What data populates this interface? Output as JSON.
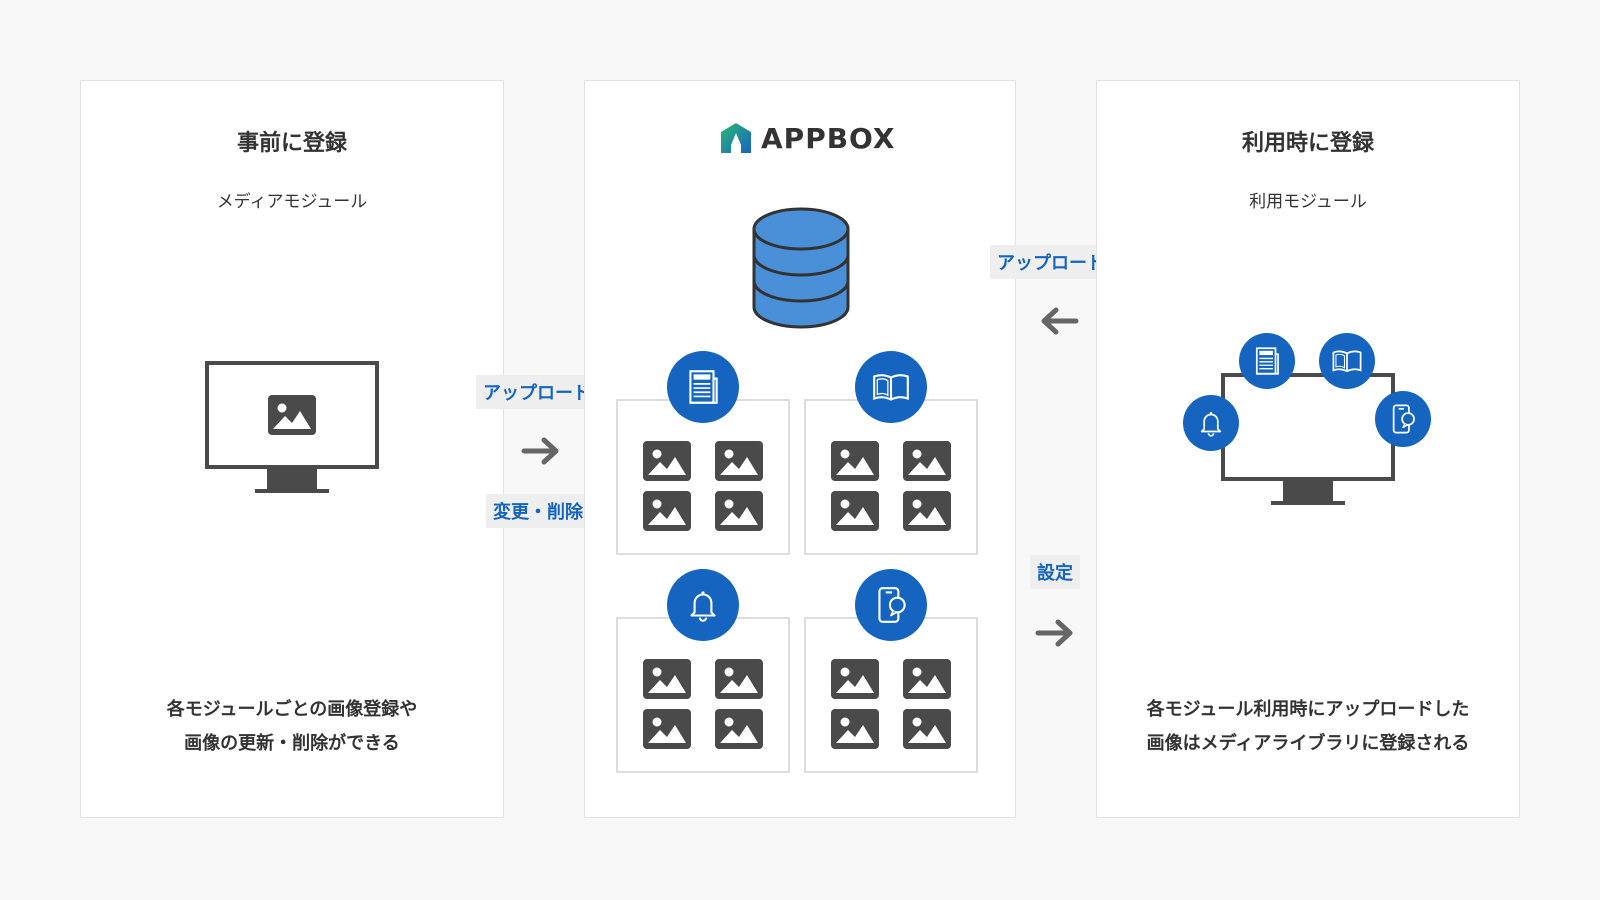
{
  "left": {
    "title": "事前に登録",
    "subtitle": "メディアモジュール",
    "desc_line1": "各モジュールごとの画像登録や",
    "desc_line2": "画像の更新・削除ができる"
  },
  "middle": {
    "logo_text": "APPBOX",
    "icons": [
      "news-icon",
      "book-icon",
      "bell-icon",
      "phone-chat-icon"
    ]
  },
  "right": {
    "title": "利用時に登録",
    "subtitle": "利用モジュール",
    "desc_line1": "各モジュール利用時にアップロードした",
    "desc_line2": "画像はメディアライブラリに登録される"
  },
  "connectors": {
    "left_upload": "アップロード",
    "left_edit": "変更・削除",
    "right_upload": "アップロード",
    "right_setting": "設定"
  },
  "colors": {
    "accent": "#1565c0",
    "database": "#4a90d9",
    "icon_gray": "#4a4a4a",
    "background": "#f8f8f8"
  }
}
